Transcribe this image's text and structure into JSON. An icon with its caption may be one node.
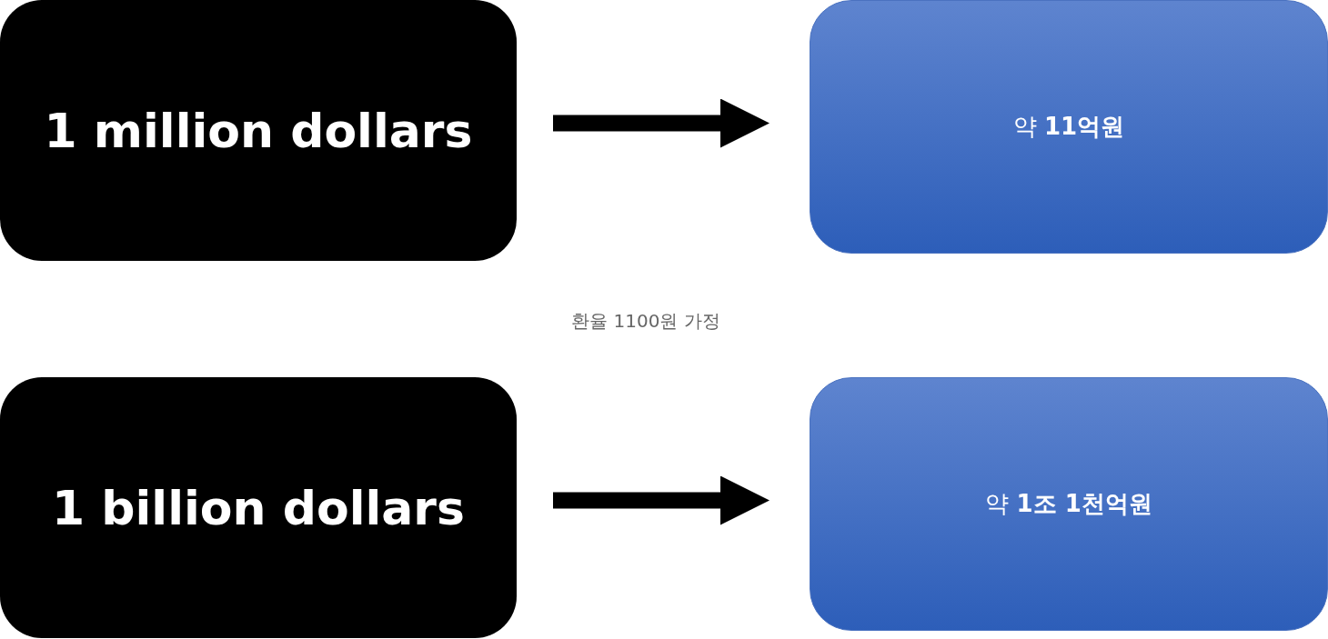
{
  "diagram": {
    "nodes": [
      {
        "text": [
          "1 million dollars"
        ]
      },
      {
        "text": [
          "약 **11억원**"
        ]
      },
      {
        "text": [
          "1 billion dollars"
        ]
      },
      {
        "text": [
          "약 **1조 1천억원**"
        ]
      }
    ],
    "edges": [
      {
        "from": 0,
        "to": 1,
        "arrow": "to"
      },
      {
        "from": 2,
        "to": 3,
        "arrow": "to"
      }
    ],
    "labels": [
      "환율 1100원 가정"
    ]
  }
}
